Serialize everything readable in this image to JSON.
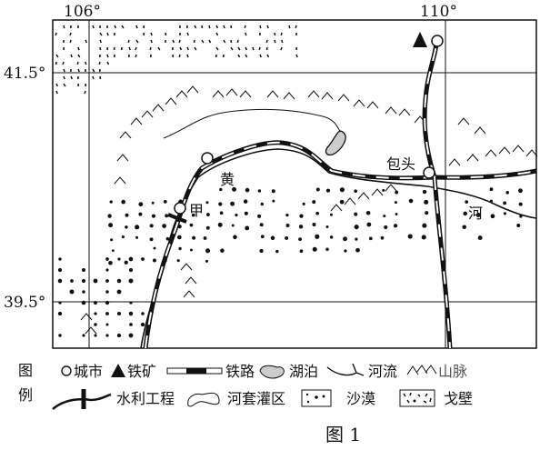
{
  "map": {
    "longitudes": [
      "106°",
      "110°"
    ],
    "latitudes": [
      "41.5°",
      "39.5°"
    ],
    "place_labels": {
      "city_jia": "甲",
      "city_baotou": "包头",
      "river_char_1": "黄",
      "river_char_2": "河"
    }
  },
  "legend": {
    "title_line1": "图",
    "title_line2": "例",
    "items": [
      {
        "icon": "city-circle-icon",
        "label": "城市"
      },
      {
        "icon": "iron-mine-triangle-icon",
        "label": "铁矿"
      },
      {
        "icon": "railway-icon",
        "label": "铁路"
      },
      {
        "icon": "lake-icon",
        "label": "湖泊"
      },
      {
        "icon": "river-icon",
        "label": "河流"
      },
      {
        "icon": "mountain-icon",
        "label": "山脉"
      },
      {
        "icon": "water-project-icon",
        "label": "水利工程"
      },
      {
        "icon": "hetao-irrigation-icon",
        "label": "河套灌区"
      },
      {
        "icon": "desert-icon",
        "label": "沙漠"
      },
      {
        "icon": "gobi-icon",
        "label": "戈壁"
      }
    ]
  },
  "caption": "图 1"
}
